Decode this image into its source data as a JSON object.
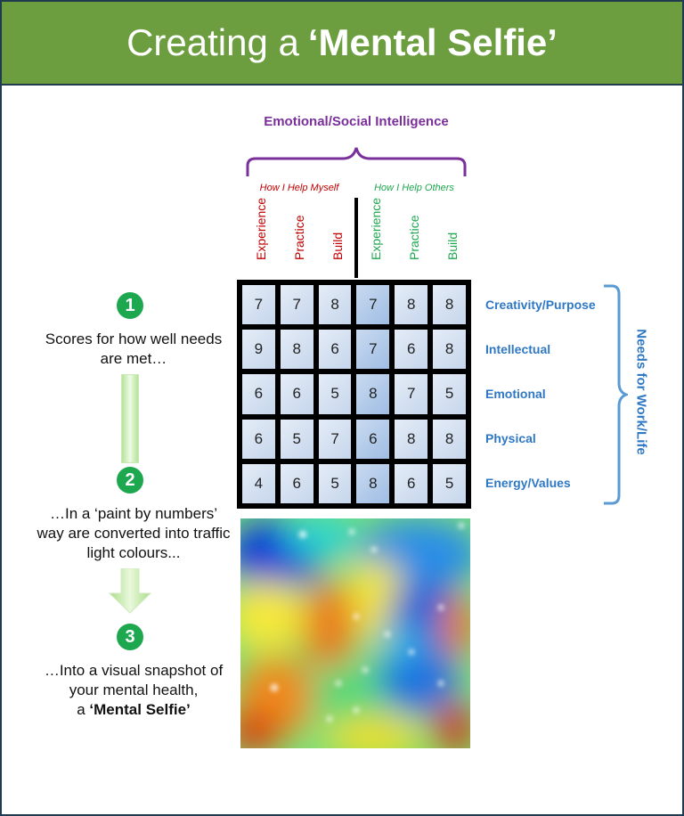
{
  "header": {
    "title_prefix": "Creating a",
    "title_emph": "‘Mental Selfie’"
  },
  "top_group": {
    "title": "Emotional/Social Intelligence",
    "left_sub": "How I Help Myself",
    "right_sub": "How I Help Others",
    "columns": [
      "Experience",
      "Practice",
      "Build",
      "Experience",
      "Practice",
      "Build"
    ]
  },
  "rows": [
    {
      "label": "Creativity/Purpose",
      "values": [
        "7",
        "7",
        "8",
        "7",
        "8",
        "8"
      ]
    },
    {
      "label": "Intellectual",
      "values": [
        "9",
        "8",
        "6",
        "7",
        "6",
        "8"
      ]
    },
    {
      "label": "Emotional",
      "values": [
        "6",
        "6",
        "5",
        "8",
        "7",
        "5"
      ]
    },
    {
      "label": "Physical",
      "values": [
        "6",
        "5",
        "7",
        "6",
        "8",
        "8"
      ]
    },
    {
      "label": "Energy/Values",
      "values": [
        "4",
        "6",
        "5",
        "8",
        "6",
        "5"
      ]
    }
  ],
  "side_label": "Needs for Work/Life",
  "steps": [
    {
      "num": "1",
      "text": "Scores for how well needs are met…"
    },
    {
      "num": "2",
      "text": "…In a ‘paint by numbers’ way are converted into traffic light colours..."
    },
    {
      "num": "3",
      "text_before": "…Into a visual snapshot of your mental health,",
      "text_a": "a",
      "text_emph": "‘Mental Selfie’"
    }
  ],
  "colors": {
    "banner": "#6c9e3f",
    "purple": "#7a2f9b",
    "blue": "#2f78c4",
    "red": "#c00000",
    "green": "#1da84f"
  }
}
